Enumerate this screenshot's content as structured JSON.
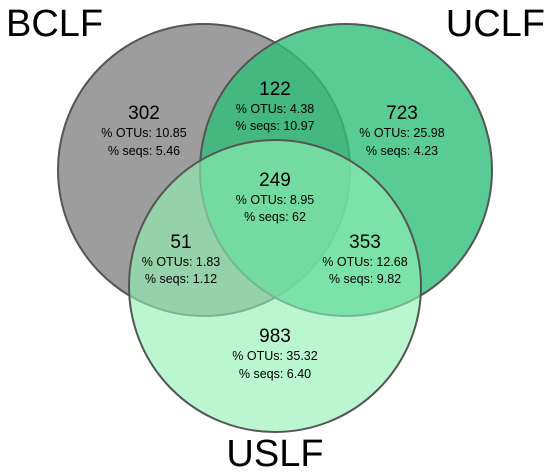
{
  "sets": {
    "bclf": {
      "label": "BCLF",
      "fill": "#8c8c8c"
    },
    "uclf": {
      "label": "UCLF",
      "fill": "#2fbf7a"
    },
    "uslf": {
      "label": "USLF",
      "fill": "#8ff0b3"
    }
  },
  "colors": {
    "outline": "#555555"
  },
  "regions": {
    "bclf_only": {
      "count": "302",
      "otus": "% OTUs: 10.85",
      "seqs": "% seqs: 5.46"
    },
    "bclf_uclf": {
      "count": "122",
      "otus": "% OTUs: 4.38",
      "seqs": "% seqs: 10.97"
    },
    "uclf_only": {
      "count": "723",
      "otus": "% OTUs: 25.98",
      "seqs": "% seqs: 4.23"
    },
    "all_three": {
      "count": "249",
      "otus": "% OTUs: 8.95",
      "seqs": "% seqs: 62"
    },
    "bclf_uslf": {
      "count": "51",
      "otus": "% OTUs: 1.83",
      "seqs": "% seqs: 1.12"
    },
    "uclf_uslf": {
      "count": "353",
      "otus": "% OTUs: 12.68",
      "seqs": "% seqs: 9.82"
    },
    "uslf_only": {
      "count": "983",
      "otus": "% OTUs: 35.32",
      "seqs": "% seqs: 6.40"
    }
  }
}
